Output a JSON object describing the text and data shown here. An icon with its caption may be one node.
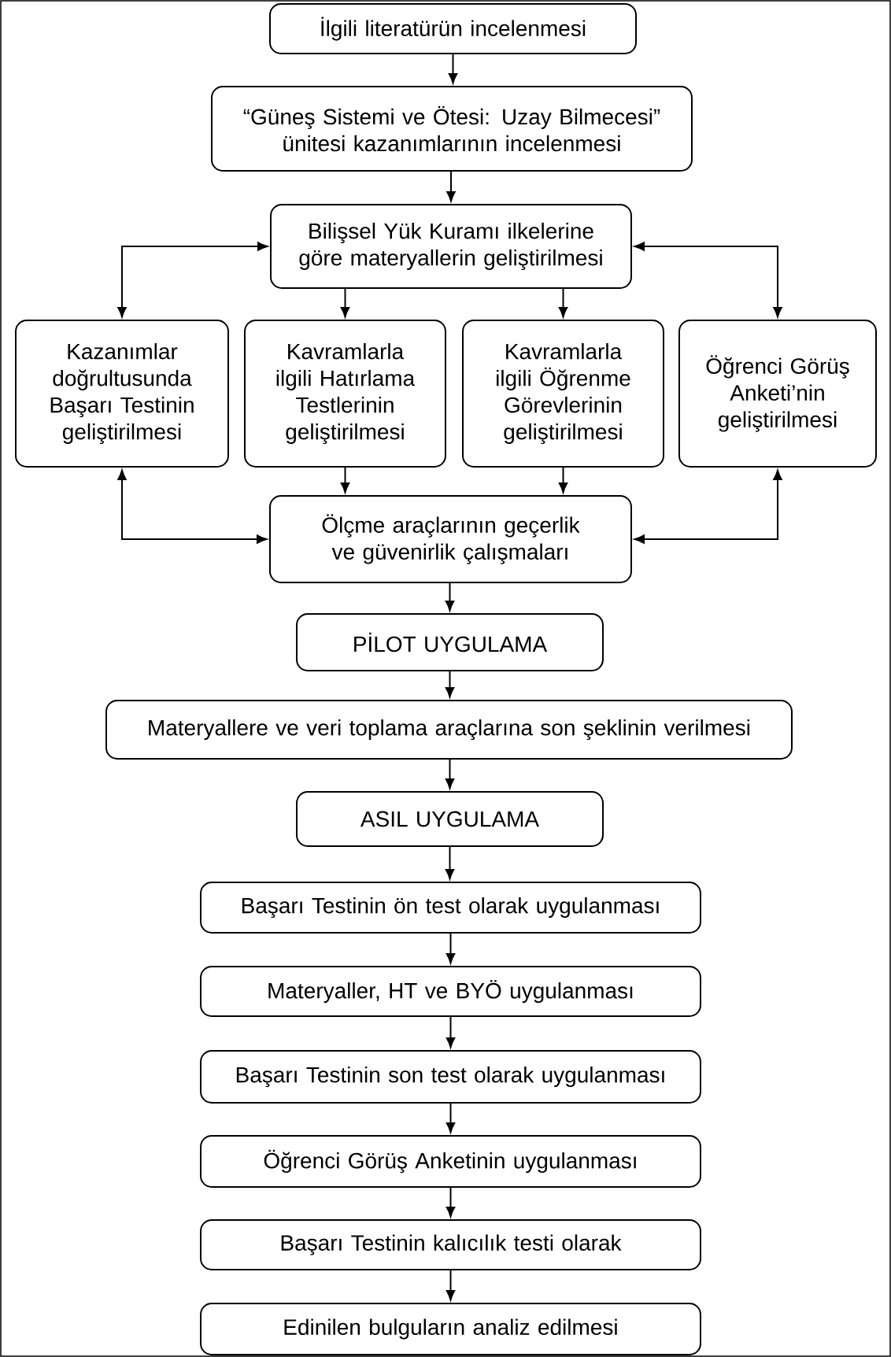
{
  "diagram": {
    "nodes": [
      {
        "text": [
          "İlgili literatürün incelenmesi"
        ]
      },
      {
        "text": [
          "“Güneş Sistemi ve Ötesi: Uzay Bilmecesi” ünitesi kazanımlarının incelenmesi"
        ]
      },
      {
        "text": [
          "Bilişsel Yük Kuramı ilkelerine göre materyallerin geliştirilmesi"
        ]
      },
      {
        "text": [
          "Kazanımlar doğrultusunda Başarı Testinin geliştirilmesi"
        ]
      },
      {
        "text": [
          "Kavramlarla ilgili Hatırlama Testlerinin geliştirilmesi"
        ]
      },
      {
        "text": [
          "Kavramlarla ilgili Öğrenme Görevlerinin geliştirilmesi"
        ]
      },
      {
        "text": [
          "Öğrenci Görüş Anketi’nin geliştirilmesi"
        ]
      },
      {
        "text": [
          "Ölçme araçlarının geçerlik ve güvenirlik çalışmaları"
        ]
      },
      {
        "text": [
          "PİLOT UYGULAMA"
        ]
      },
      {
        "text": [
          "Materyallere ve veri toplama araçlarına son şeklinin verilmesi"
        ]
      },
      {
        "text": [
          "ASIL UYGULAMA"
        ]
      },
      {
        "text": [
          "Başarı Testinin ön test olarak uygulanması"
        ]
      },
      {
        "text": [
          "Materyaller, HT ve BYÖ uygulanması"
        ]
      },
      {
        "text": [
          "Başarı Testinin son test olarak uygulanması"
        ]
      },
      {
        "text": [
          "Öğrenci Görüş Anketinin uygulanması"
        ]
      },
      {
        "text": [
          "Başarı Testinin kalıcılık testi olarak"
        ]
      },
      {
        "text": [
          "Edinilen bulguların analiz edilmesi"
        ]
      }
    ],
    "edges": [
      {
        "from": 0,
        "to": 1,
        "arrow": "to"
      },
      {
        "from": 1,
        "to": 2,
        "arrow": "to"
      },
      {
        "from": 2,
        "to": 3,
        "arrow": "both"
      },
      {
        "from": 2,
        "to": 4,
        "arrow": "to"
      },
      {
        "from": 2,
        "to": 5,
        "arrow": "to"
      },
      {
        "from": 2,
        "to": 6,
        "arrow": "both"
      },
      {
        "from": 4,
        "to": 7,
        "arrow": "to"
      },
      {
        "from": 5,
        "to": 7,
        "arrow": "to"
      },
      {
        "from": 7,
        "to": 3,
        "arrow": "both"
      },
      {
        "from": 7,
        "to": 6,
        "arrow": "both"
      },
      {
        "from": 7,
        "to": 8,
        "arrow": "to"
      },
      {
        "from": 8,
        "to": 9,
        "arrow": "to"
      },
      {
        "from": 9,
        "to": 10,
        "arrow": "to"
      },
      {
        "from": 10,
        "to": 11,
        "arrow": "to"
      },
      {
        "from": 11,
        "to": 12,
        "arrow": "to"
      },
      {
        "from": 12,
        "to": 13,
        "arrow": "to"
      },
      {
        "from": 13,
        "to": 14,
        "arrow": "to"
      },
      {
        "from": 14,
        "to": 15,
        "arrow": "to"
      },
      {
        "from": 15,
        "to": 16,
        "arrow": "to"
      }
    ]
  }
}
